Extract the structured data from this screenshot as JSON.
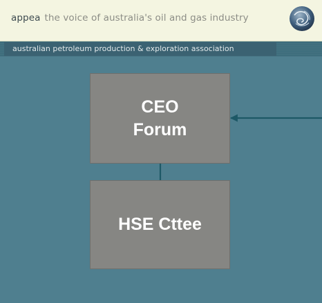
{
  "header": {
    "brand": "appea",
    "tagline": "the voice of australia's oil and gas industry",
    "subtitle": "australian petroleum production & exploration association"
  },
  "diagram": {
    "nodes": [
      {
        "id": "ceo",
        "label_line1": "CEO",
        "label_line2": "Forum"
      },
      {
        "id": "hse",
        "label": "HSE Cttee"
      }
    ],
    "edges": [
      {
        "from": "ceo",
        "to": "hse",
        "direction": "both"
      },
      {
        "from": "offscreen-right",
        "to": "ceo",
        "direction": "forward"
      }
    ]
  },
  "colors": {
    "background": "#4f7f8f",
    "box_fill": "#868683",
    "arrow": "#1d5866",
    "header_bg": "#f4f5e1"
  },
  "icons": {
    "logo": "appea-logo-icon"
  }
}
